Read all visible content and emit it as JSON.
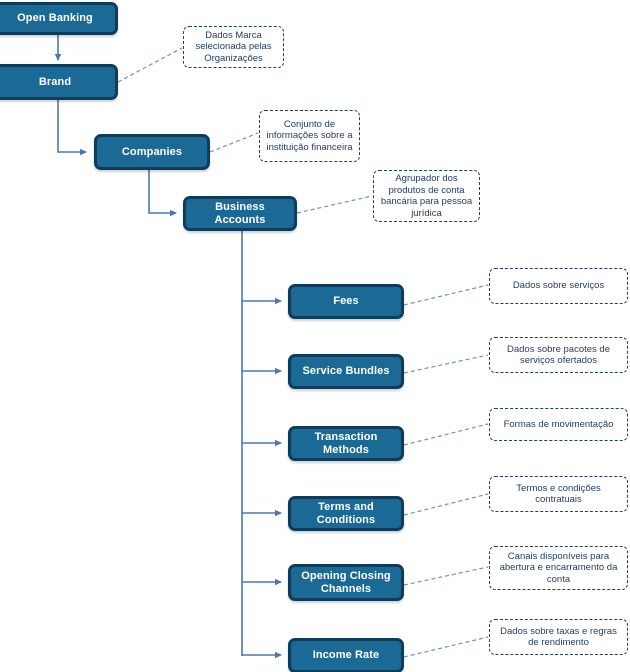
{
  "diagram": {
    "title": "Open Banking - Business Accounts data hierarchy",
    "colors": {
      "node_fill": "#1b6a96",
      "node_border": "#0d3c5c",
      "node_text": "#ffffff",
      "note_border": "#1f3f66",
      "note_text": "#1f3f66",
      "connector": "#4a78ad"
    },
    "nodes": [
      {
        "id": "open-banking",
        "label": "Open Banking"
      },
      {
        "id": "brand",
        "label": "Brand"
      },
      {
        "id": "companies",
        "label": "Companies"
      },
      {
        "id": "business-accounts",
        "label": "Business Accounts"
      },
      {
        "id": "fees",
        "label": "Fees"
      },
      {
        "id": "service-bundles",
        "label": "Service Bundles"
      },
      {
        "id": "transaction-methods",
        "label": "Transaction Methods"
      },
      {
        "id": "terms-and-conditions",
        "label": "Terms and Conditions"
      },
      {
        "id": "opening-closing-channels",
        "label": "Opening Closing Channels"
      },
      {
        "id": "income-rate",
        "label": "Income Rate"
      }
    ],
    "notes": [
      {
        "id": "note-brand",
        "for": "brand",
        "text": "Dados Marca selecionada pelas Organizações"
      },
      {
        "id": "note-companies",
        "for": "companies",
        "text": "Conjunto de informações sobre a instituição financeira"
      },
      {
        "id": "note-business-accounts",
        "for": "business-accounts",
        "text": "Agrupador dos produtos de conta bancária para pessoa jurídica"
      },
      {
        "id": "note-fees",
        "for": "fees",
        "text": "Dados sobre serviços"
      },
      {
        "id": "note-service-bundles",
        "for": "service-bundles",
        "text": "Dados sobre pacotes de serviços ofertados"
      },
      {
        "id": "note-transaction-methods",
        "for": "transaction-methods",
        "text": "Formas de movimentação"
      },
      {
        "id": "note-terms-and-conditions",
        "for": "terms-and-conditions",
        "text": "Termos e condições contratuais"
      },
      {
        "id": "note-opening-closing-channels",
        "for": "opening-closing-channels",
        "text": "Canais disponíveis para abertura e encarramento da conta"
      },
      {
        "id": "note-income-rate",
        "for": "income-rate",
        "text": "Dados sobre taxas e regras de rendimento"
      }
    ]
  }
}
